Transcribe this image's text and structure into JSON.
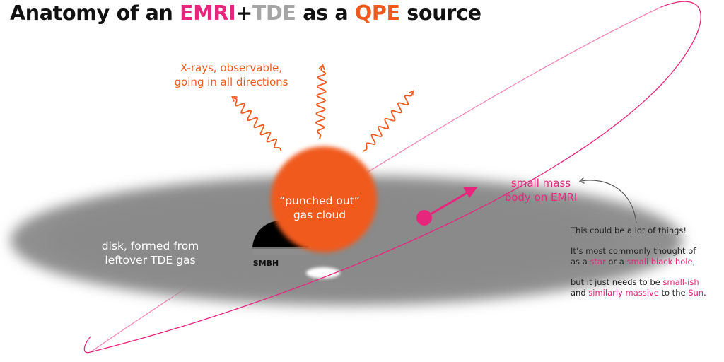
{
  "title": {
    "part1": "Anatomy of an ",
    "emri": "EMRI",
    "plus": "+",
    "tde": "TDE",
    "part2": " as a ",
    "qpe": "QPE",
    "part3": " source"
  },
  "labels": {
    "xrays_line1": "X-rays, observable,",
    "xrays_line2": "going in all directions",
    "cloud_line1": "“punched out”",
    "cloud_line2": "gas cloud",
    "disk_line1": "disk, formed from",
    "disk_line2": "leftover TDE gas",
    "smbh": "SMBH",
    "emri_line1": "small mass",
    "emri_line2": "body on EMRI"
  },
  "note": {
    "line1": "This could be a lot of things!",
    "p2_a": "It’s most commonly thought of",
    "p2_b": "as a ",
    "p2_star": "star",
    "p2_or": " or a ",
    "p2_bh": "small black hole",
    "p2_end": ",",
    "p3_a": "but it just needs to be ",
    "p3_small": "small-ish",
    "p3_and": "and ",
    "p3_massive": "similarly massive",
    "p3_to": " to the ",
    "p3_sun": "Sun",
    "p3_end": "."
  },
  "colors": {
    "pink": "#e6267d",
    "orange": "#f05a1e",
    "gray": "#a6a6a6",
    "disk": "#8f8f8f",
    "black": "#000000"
  }
}
